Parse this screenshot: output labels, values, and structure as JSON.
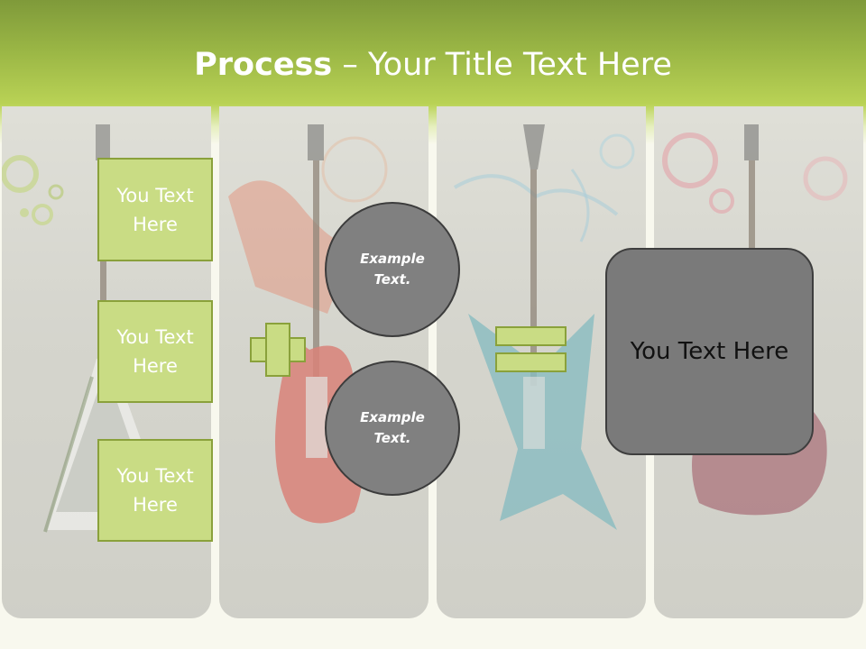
{
  "title": {
    "bold": "Process",
    "rest": " – Your Title Text Here"
  },
  "boxes": [
    {
      "label": "You Text Here"
    },
    {
      "label": "You Text Here"
    },
    {
      "label": "You Text Here"
    }
  ],
  "circles": [
    {
      "label": "Example Text."
    },
    {
      "label": "Example Text."
    }
  ],
  "result": {
    "label": "You Text Here"
  },
  "colors": {
    "accent": "#c9dc84",
    "accent_border": "#8aa13b",
    "header": "#9ab645",
    "shape_gray": "#808080"
  }
}
